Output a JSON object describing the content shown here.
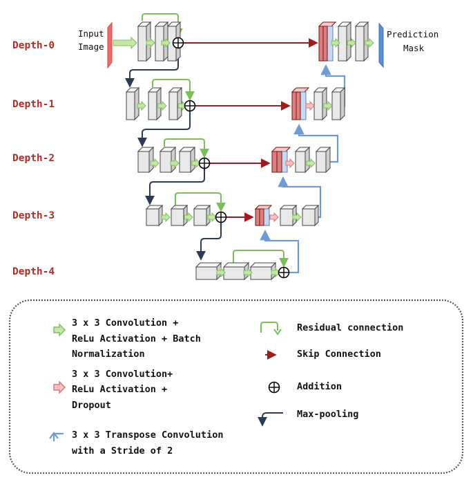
{
  "depth_labels": [
    "Depth-0",
    "Depth-1",
    "Depth-2",
    "Depth-3",
    "Depth-4"
  ],
  "io": {
    "input_line1": "Input",
    "input_line2": "Image",
    "output_line1": "Prediction",
    "output_line2": "Mask"
  },
  "legend": {
    "conv_relu_bn": [
      "3 x 3 Convolution +",
      "ReLu Activation + Batch",
      "Normalization"
    ],
    "conv_relu_dropout": [
      "3 x 3 Convolution+",
      "ReLu Activation +",
      "Dropout"
    ],
    "transpose_conv": [
      "3 x 3 Transpose Convolution",
      "with a Stride of 2"
    ],
    "residual": "Residual connection",
    "skip": "Skip Connection",
    "addition": "Addition",
    "maxpool": "Max-pooling"
  },
  "colors": {
    "green": "#7cbf5a",
    "red": "#a01c1c",
    "navy": "#2b3a55",
    "blue": "#6e9bd6",
    "input": "#f06a6a",
    "output": "#5a8fd8"
  }
}
